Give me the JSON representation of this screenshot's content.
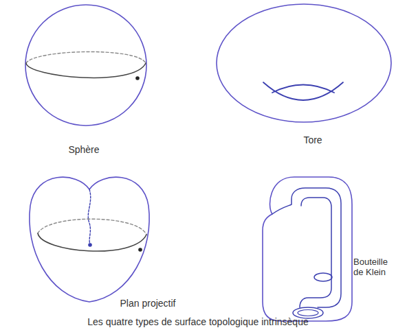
{
  "diagram": {
    "caption": "Les quatre types de surface topologique intrinsèque",
    "labels": [
      "Sphère",
      "Tore",
      "Plan projectif",
      "Bouteille de Klein"
    ]
  }
}
